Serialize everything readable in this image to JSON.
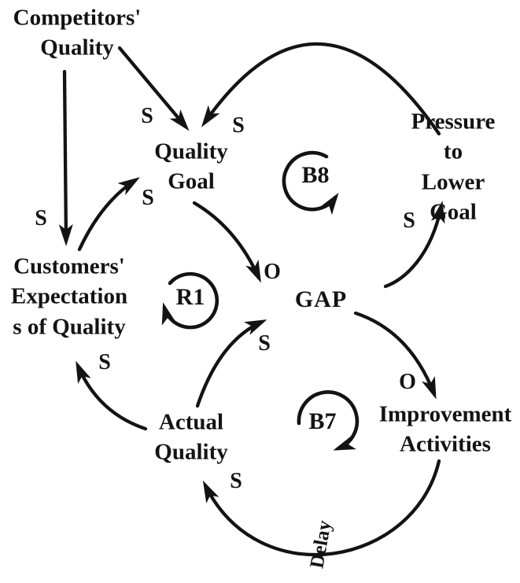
{
  "colors": {
    "ink": "#131313",
    "background": "#ffffff"
  },
  "diagram": {
    "type": "causal-loop-diagram",
    "nodes": [
      {
        "id": "competitors-quality",
        "label": "Competitors'\nQuality"
      },
      {
        "id": "quality-goal",
        "label": "Quality\nGoal"
      },
      {
        "id": "pressure-to-lower-goal",
        "label": "Pressure to\nLower Goal"
      },
      {
        "id": "customers-expectations",
        "label": "Customers'\nExpectation\ns of Quality"
      },
      {
        "id": "gap",
        "label": "GAP"
      },
      {
        "id": "actual-quality",
        "label": "Actual\nQuality"
      },
      {
        "id": "improvement-activities",
        "label": "Improvement\nActivities"
      }
    ],
    "loops": [
      {
        "id": "b8",
        "label": "B8"
      },
      {
        "id": "r1",
        "label": "R1"
      },
      {
        "id": "b7",
        "label": "B7"
      }
    ],
    "links": [
      {
        "from": "competitors-quality",
        "to": "quality-goal",
        "polarity": "S"
      },
      {
        "from": "pressure-to-lower-goal",
        "to": "quality-goal",
        "polarity": "S"
      },
      {
        "from": "competitors-quality",
        "to": "customers-expectations",
        "polarity": "S"
      },
      {
        "from": "customers-expectations",
        "to": "quality-goal",
        "polarity": "S"
      },
      {
        "from": "quality-goal",
        "to": "gap",
        "polarity": "O"
      },
      {
        "from": "gap",
        "to": "pressure-to-lower-goal",
        "polarity": "S"
      },
      {
        "from": "actual-quality",
        "to": "gap",
        "polarity": "S"
      },
      {
        "from": "gap",
        "to": "improvement-activities",
        "polarity": "O"
      },
      {
        "from": "improvement-activities",
        "to": "actual-quality",
        "polarity": "S",
        "delay": true
      },
      {
        "from": "actual-quality",
        "to": "customers-expectations",
        "polarity": "S"
      }
    ],
    "delay_label": "Delay"
  }
}
